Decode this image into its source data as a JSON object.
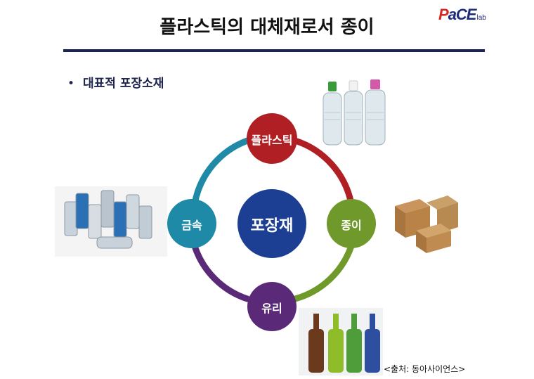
{
  "slide": {
    "title": "플라스틱의 대체재로서 종이",
    "logo": {
      "brand_pace": "PaCE",
      "brand_lab": "lab"
    },
    "bullet": {
      "marker": "•",
      "text": "대표적 포장소재"
    },
    "diagram": {
      "center": "포장재",
      "nodes": [
        {
          "label": "플라스틱",
          "color": "#b01f24"
        },
        {
          "label": "종이",
          "color": "#6f9a2b"
        },
        {
          "label": "유리",
          "color": "#5a2a78"
        },
        {
          "label": "금속",
          "color": "#1f8aa8"
        }
      ],
      "center_color": "#1d3f93"
    },
    "images": [
      {
        "name": "plastic-bottles-photo"
      },
      {
        "name": "cardboard-boxes-photo"
      },
      {
        "name": "glass-bottles-photo"
      },
      {
        "name": "metal-cans-photo"
      }
    ],
    "source": "<출처: 동아사이언스>"
  }
}
